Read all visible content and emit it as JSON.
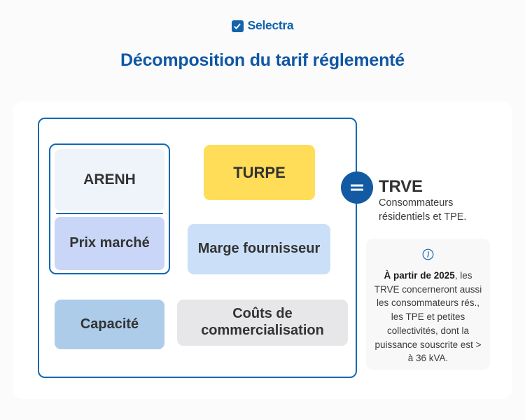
{
  "brand": {
    "name": "Selectra",
    "icon": "checkbox-check-icon",
    "color": "#1263ab"
  },
  "page": {
    "title": "Décomposition du tarif réglementé",
    "title_color": "#0f57a4",
    "background": "#fbfbfc"
  },
  "diagram": {
    "frame_border_color": "#1268b3",
    "components": [
      {
        "id": "arenh",
        "label": "ARENH",
        "color": "#eff4fa"
      },
      {
        "id": "prix-marche",
        "label": "Prix marché",
        "color": "#c9d6f7"
      },
      {
        "id": "turpe",
        "label": "TURPE",
        "color": "#ffdd59"
      },
      {
        "id": "marge-fournisseur",
        "label": "Marge fournisseur",
        "color": "#cbe0f8"
      },
      {
        "id": "capacite",
        "label": "Capacité",
        "color": "#acccea"
      },
      {
        "id": "couts-commercialisation",
        "label": "Coûts de commercialisation",
        "color": "#e7e7e9"
      }
    ],
    "operator": {
      "symbol": "=",
      "icon": "equals-icon",
      "color": "#125ba3"
    },
    "result": {
      "title": "TRVE",
      "subtitle": "Consommateurs résidentiels et TPE."
    },
    "note": {
      "icon": "info-circle-icon",
      "icon_color": "#1268b3",
      "emphasis": "À partir de 2025",
      "rest": ", les TRVE concerneront aussi les consommateurs rés., les TPE et petites collectivités, dont la puissance souscrite est > à 36 kVA."
    }
  }
}
